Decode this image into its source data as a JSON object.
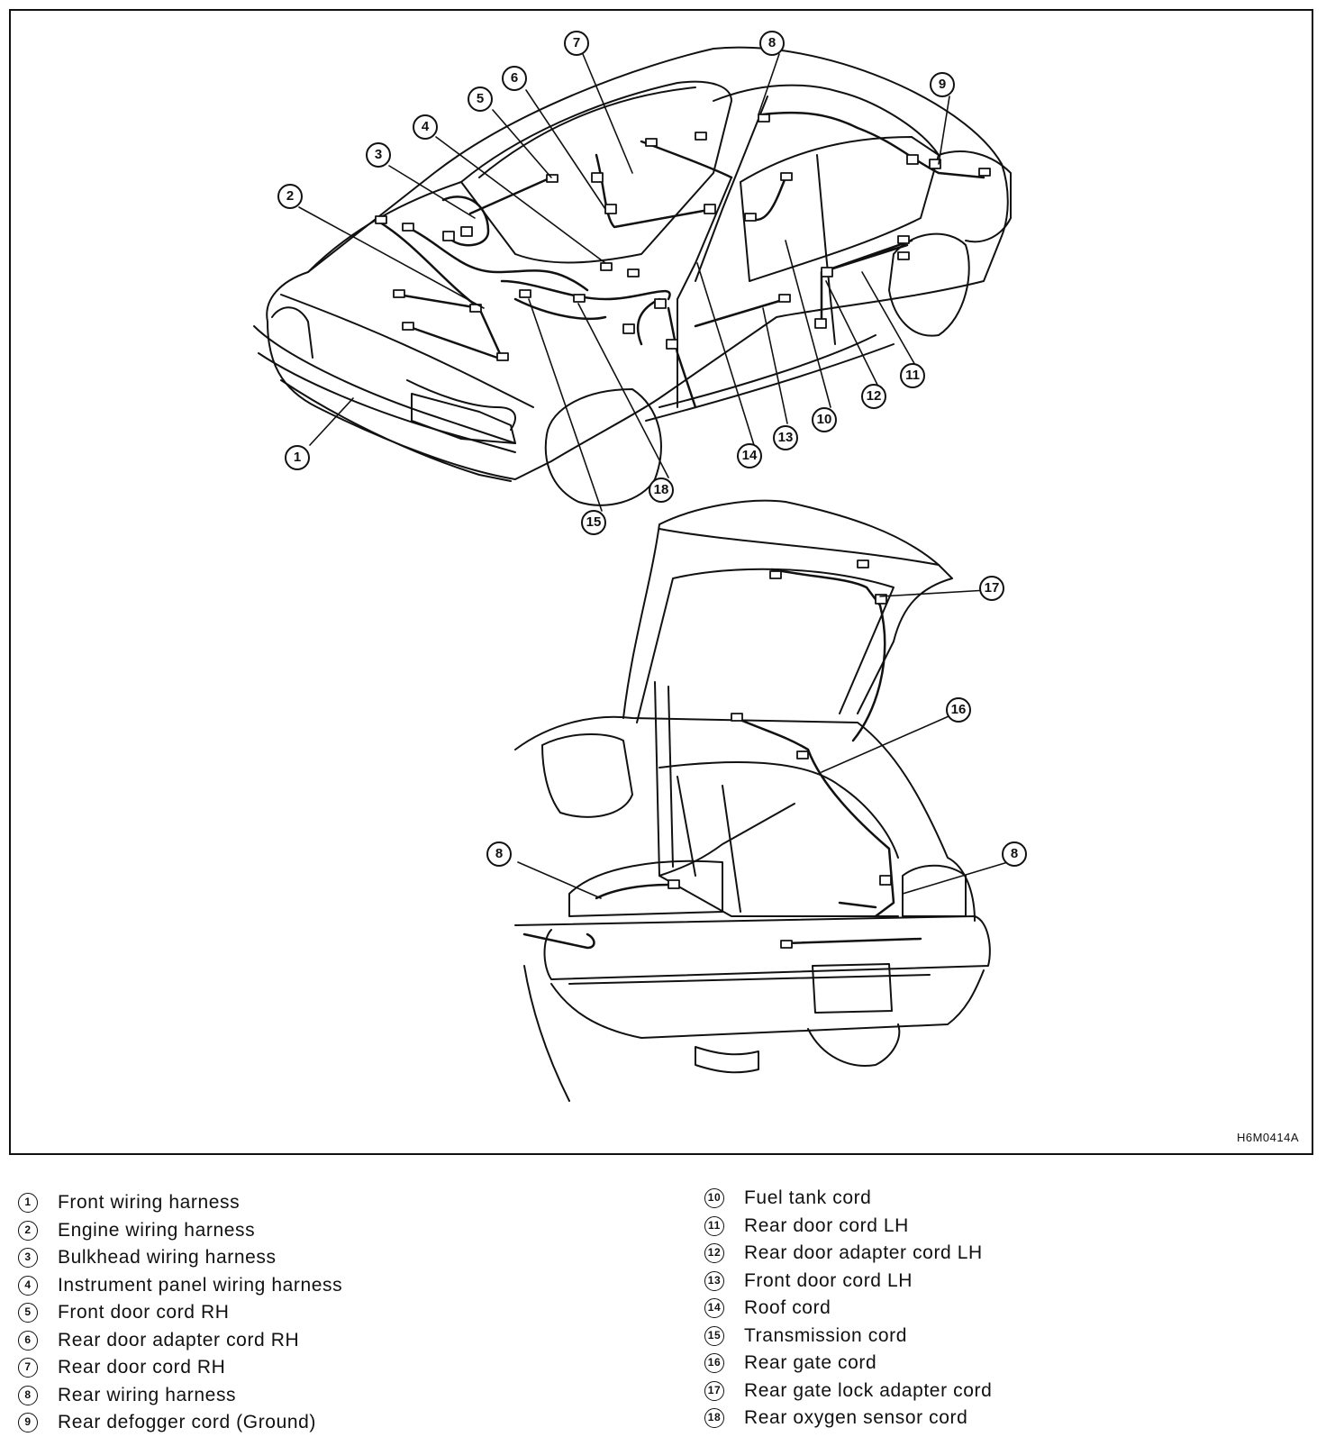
{
  "figure_code": "H6M0414A",
  "callouts": [
    "1",
    "2",
    "3",
    "4",
    "5",
    "6",
    "7",
    "8",
    "9",
    "10",
    "11",
    "12",
    "13",
    "14",
    "15",
    "16",
    "17",
    "18",
    "8",
    "8"
  ],
  "legend": [
    {
      "num": "1",
      "text": "Front wiring harness"
    },
    {
      "num": "2",
      "text": "Engine wiring harness"
    },
    {
      "num": "3",
      "text": "Bulkhead wiring harness"
    },
    {
      "num": "4",
      "text": "Instrument panel wiring harness"
    },
    {
      "num": "5",
      "text": "Front door cord RH"
    },
    {
      "num": "6",
      "text": "Rear door adapter cord RH"
    },
    {
      "num": "7",
      "text": "Rear door cord RH"
    },
    {
      "num": "8",
      "text": "Rear wiring harness"
    },
    {
      "num": "9",
      "text": "Rear defogger cord (Ground)"
    },
    {
      "num": "10",
      "text": "Fuel tank cord"
    },
    {
      "num": "11",
      "text": "Rear door cord LH"
    },
    {
      "num": "12",
      "text": "Rear door adapter cord LH"
    },
    {
      "num": "13",
      "text": "Front door cord LH"
    },
    {
      "num": "14",
      "text": "Roof cord"
    },
    {
      "num": "15",
      "text": "Transmission cord"
    },
    {
      "num": "16",
      "text": "Rear gate cord"
    },
    {
      "num": "17",
      "text": "Rear gate lock adapter cord"
    },
    {
      "num": "18",
      "text": "Rear oxygen sensor cord"
    }
  ]
}
